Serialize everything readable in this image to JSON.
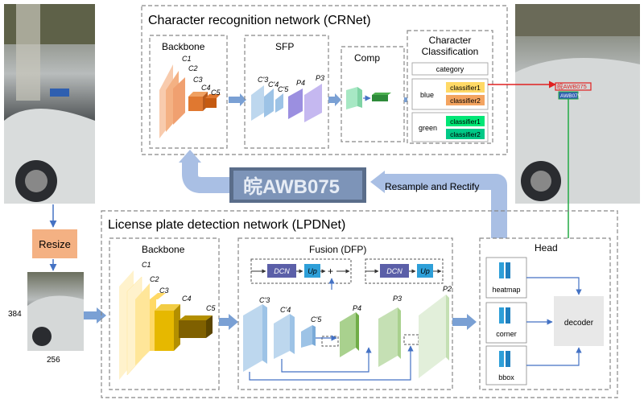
{
  "crnet": {
    "title": "Character recognition network (CRNet)",
    "backbone_label": "Backbone",
    "sfp_label": "SFP",
    "comp_label": "Comp",
    "char_class_label_1": "Character",
    "char_class_label_2": "Classification",
    "category_label": "category",
    "blue_label": "blue",
    "green_label": "green",
    "classifier1": "classifier1",
    "classifier2": "classifier2",
    "c1": "C1",
    "c2": "C2",
    "c3": "C3",
    "c4": "C4",
    "c5": "C5",
    "c3p": "C'3",
    "c4p": "C'4",
    "c5p": "C'5",
    "p4": "P4",
    "p3": "P3"
  },
  "middle": {
    "plate_text": "皖AWB075",
    "resample_label": "Resample and Rectify",
    "resize_label": "Resize",
    "dim_h": "384",
    "dim_w": "256"
  },
  "lpdnet": {
    "title": "License plate detection network (LPDNet)",
    "backbone_label": "Backbone",
    "fusion_label": "Fusion   (DFP)",
    "head_label": "Head",
    "dcn": "DCN",
    "up": "Up",
    "plus": "+",
    "heatmap": "heatmap",
    "corner": "corner",
    "bbox": "bbox",
    "decoder": "decoder",
    "c1": "C1",
    "c2": "C2",
    "c3": "C3",
    "c4": "C4",
    "c5": "C5",
    "c3p": "C'3",
    "c4p": "C'4",
    "c5p": "C'5",
    "p4": "P4",
    "p3": "P3",
    "p2": "P2"
  },
  "result": {
    "plate_red": "皖AWB075",
    "plate_blue": "AWB075"
  },
  "colors": {
    "arrow_blue": "#7aa0d4",
    "resize_orange": "#f4b183",
    "red_line": "#e02020",
    "green_line": "#22aa44"
  }
}
